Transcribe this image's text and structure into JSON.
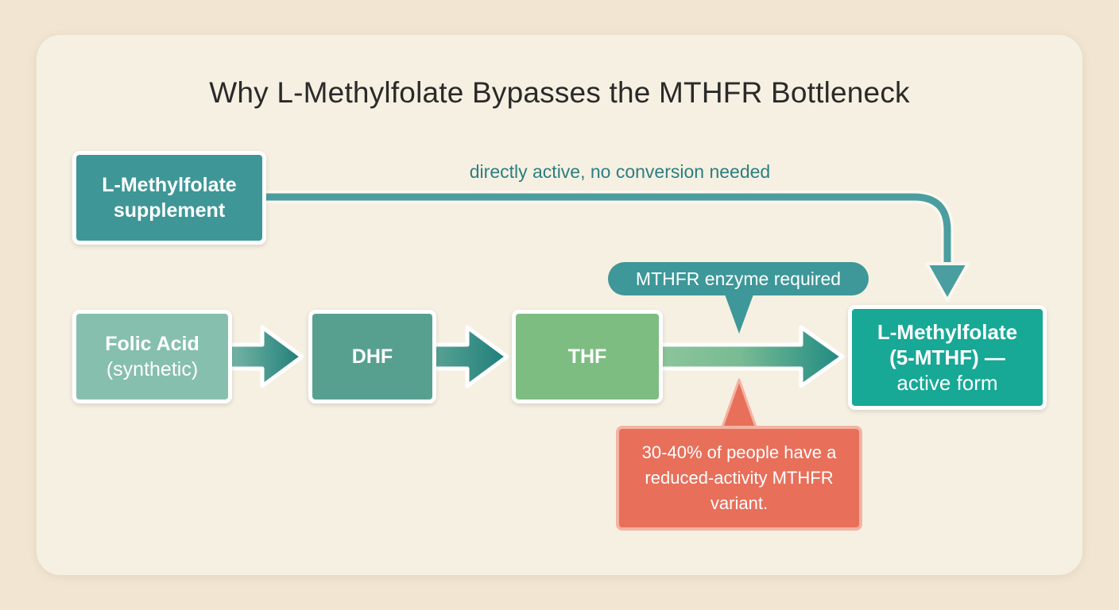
{
  "title": "Why L-Methylfolate Bypasses the MTHFR Bottleneck",
  "nodes": {
    "supplement": {
      "line1": "L-Methylfolate",
      "line2": "supplement"
    },
    "folic_acid": {
      "line1": "Folic Acid",
      "line2": "(synthetic)"
    },
    "dhf": {
      "label": "DHF"
    },
    "thf": {
      "label": "THF"
    },
    "active": {
      "line1": "L-Methylfolate",
      "line2": "(5-MTHF) —",
      "line3": "active form"
    }
  },
  "bypass_label": "directly active, no conversion needed",
  "enzyme_tag": "MTHFR enzyme required",
  "callout": "30-40% of people have a reduced-activity MTHFR variant.",
  "colors": {
    "background": "#f2e6d3",
    "card": "#f6f0e2",
    "teal_dark": "#3f9697",
    "teal_arrow": "#2e8a86",
    "folic": "#86bfae",
    "dhf": "#57a090",
    "thf": "#7dbd82",
    "active": "#17a896",
    "warning": "#e86f5a"
  }
}
